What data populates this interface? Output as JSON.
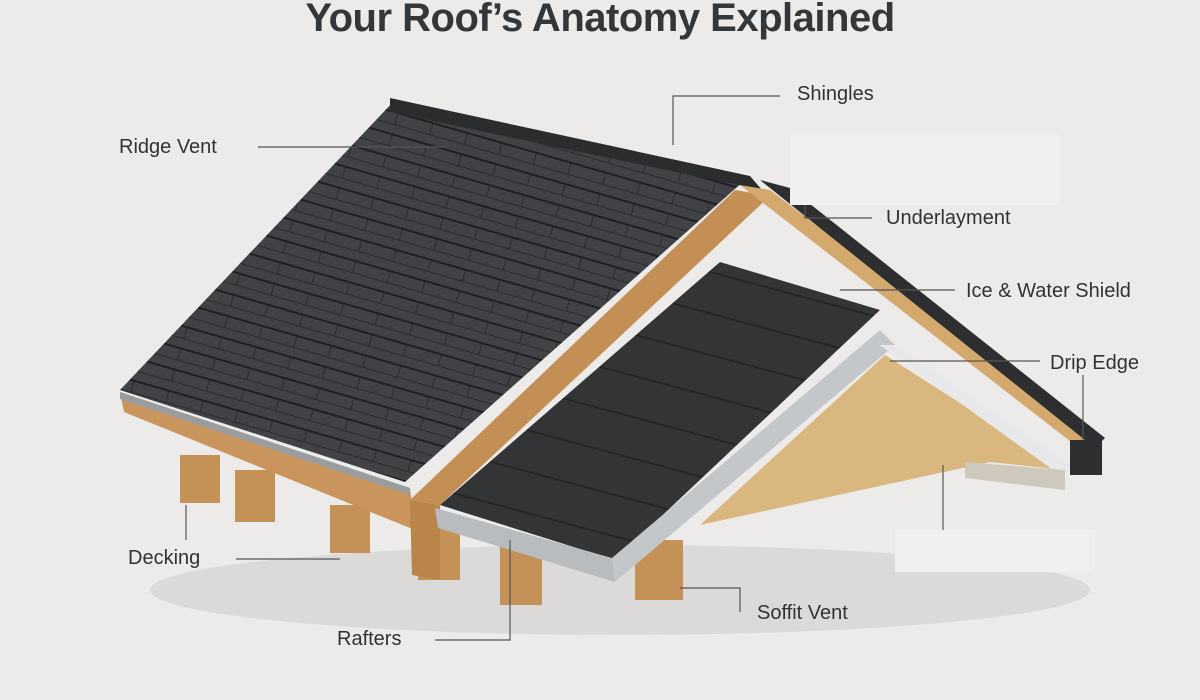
{
  "title": "Your Roof’s Anatomy Explained",
  "labels": {
    "shingles": "Shingles",
    "ridge_vent": "Ridge Vent",
    "underlayment": "Underlayment",
    "ice_water_shield": "Ice & Water Shield",
    "drip_edge": "Drip Edge",
    "decking": "Decking",
    "rafters": "Rafters",
    "soffit_vent": "Soffit Vent"
  },
  "colors": {
    "shingle": "#3d3f42",
    "underlayment": "#2f3133",
    "wood": "#c9955c",
    "osb": "#d9b77f",
    "metal": "#b9bcbf",
    "text": "#2f3336"
  }
}
